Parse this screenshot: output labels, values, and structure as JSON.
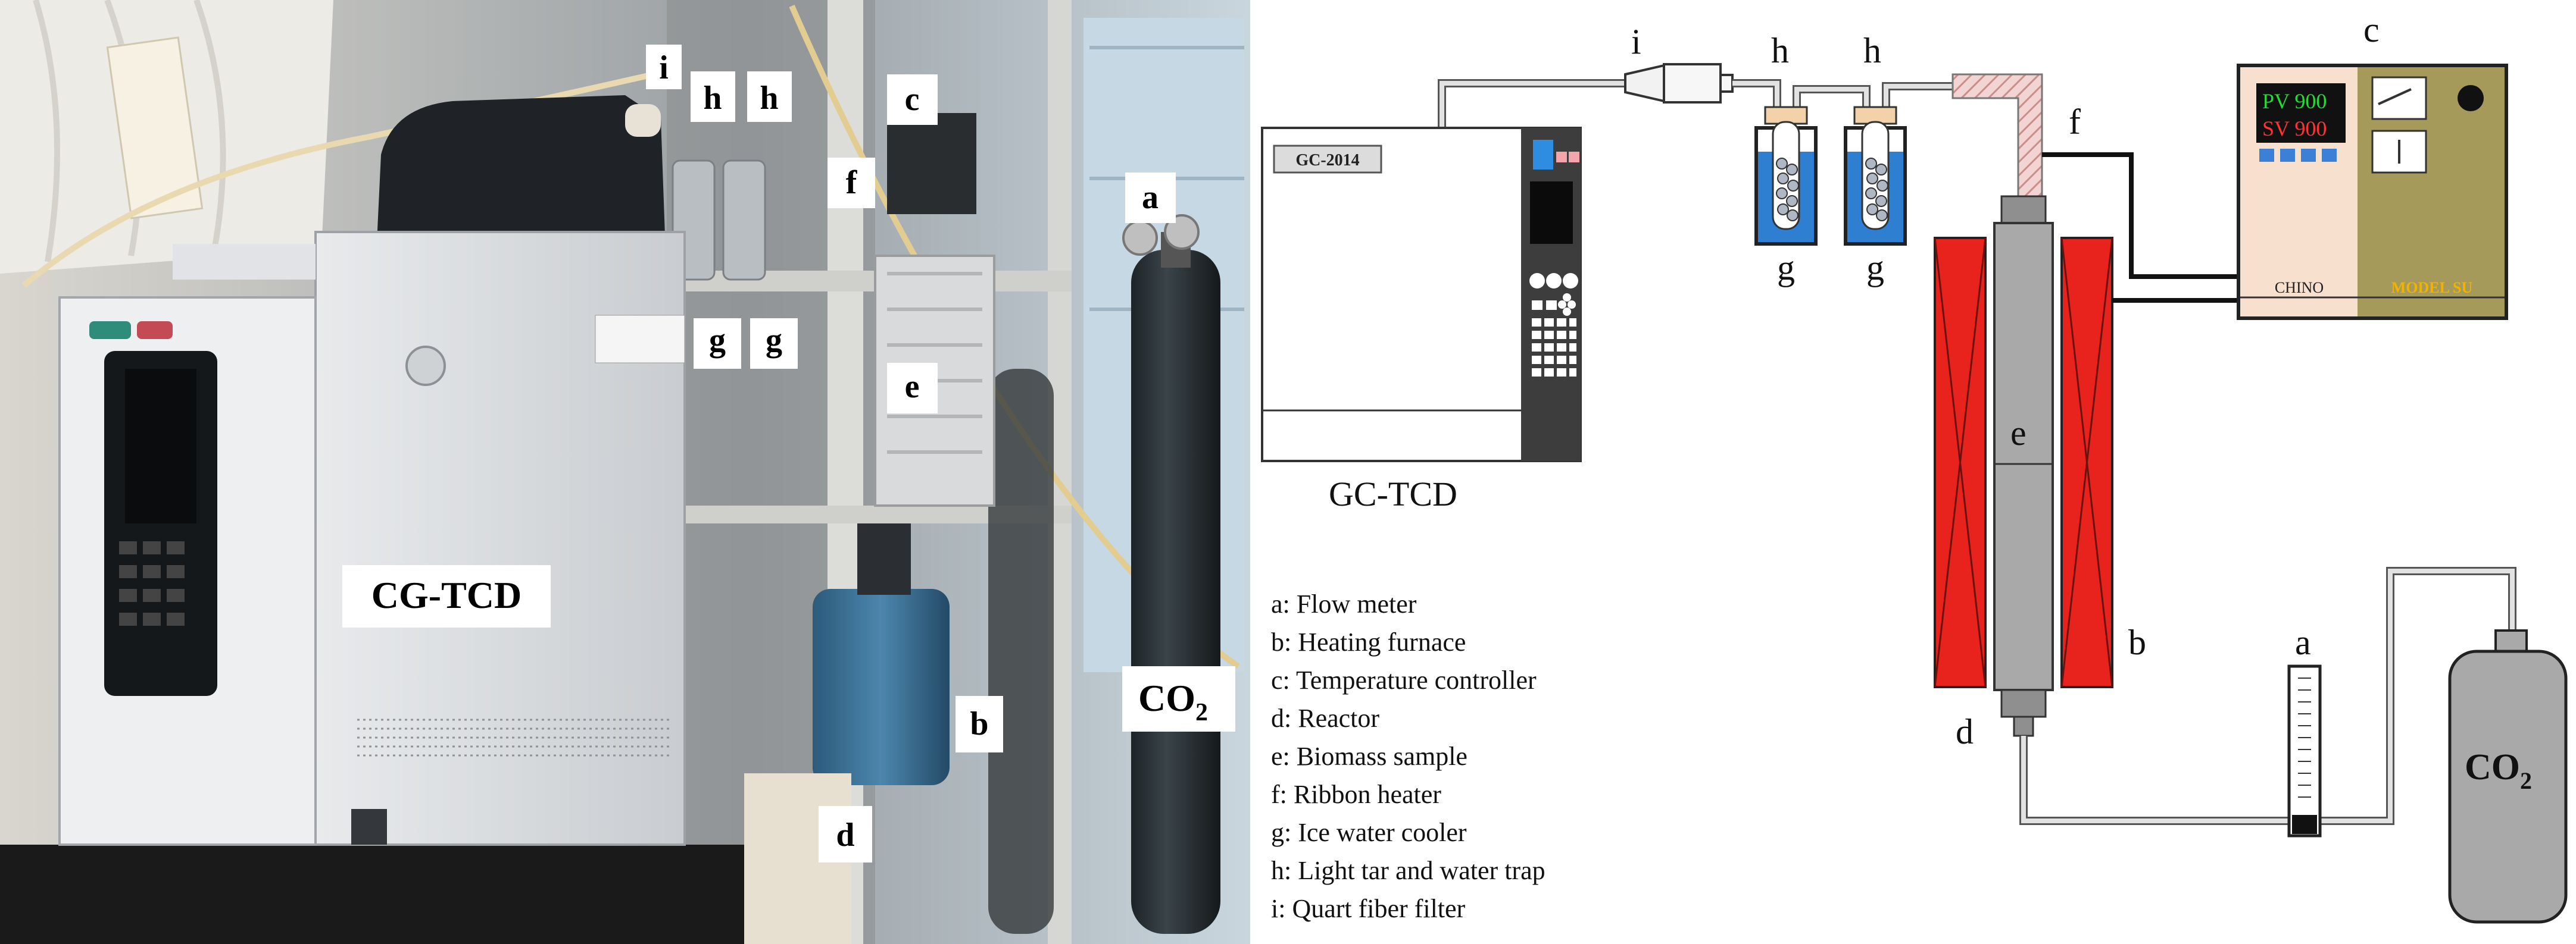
{
  "photo": {
    "labels": {
      "i": "i",
      "h1": "h",
      "h2": "h",
      "c": "c",
      "f": "f",
      "a": "a",
      "g1": "g",
      "g2": "g",
      "e": "e",
      "b": "b",
      "d": "d",
      "main": "CG-TCD",
      "co2": "CO",
      "co2_sub": "2"
    }
  },
  "diagram": {
    "gc_title": "GC-TCD",
    "gc_model": "GC-2014",
    "controller": {
      "pv": "PV 900",
      "sv": "SV 900",
      "brand": "CHINO",
      "model": "MODEL SU"
    },
    "labels": {
      "i": "i",
      "h1": "h",
      "h2": "h",
      "c": "c",
      "f": "f",
      "g1": "g",
      "g2": "g",
      "e": "e",
      "b": "b",
      "d": "d",
      "a": "a"
    },
    "co2": "CO",
    "co2_sub": "2",
    "legend": [
      "a: Flow meter",
      "b: Heating furnace",
      "c: Temperature controller",
      "d: Reactor",
      "e: Biomass sample",
      "f: Ribbon heater",
      "g: Ice water cooler",
      "h: Light tar and water trap",
      "i: Quart fiber filter"
    ]
  },
  "colors": {
    "heater": "#e8221c",
    "reactor": "#a9a9a9",
    "water": "#2e7fd1",
    "gc_dark": "#3b3b3b",
    "controller_bg": "#f8e0cf",
    "controller_panel": "#a59a5a"
  }
}
